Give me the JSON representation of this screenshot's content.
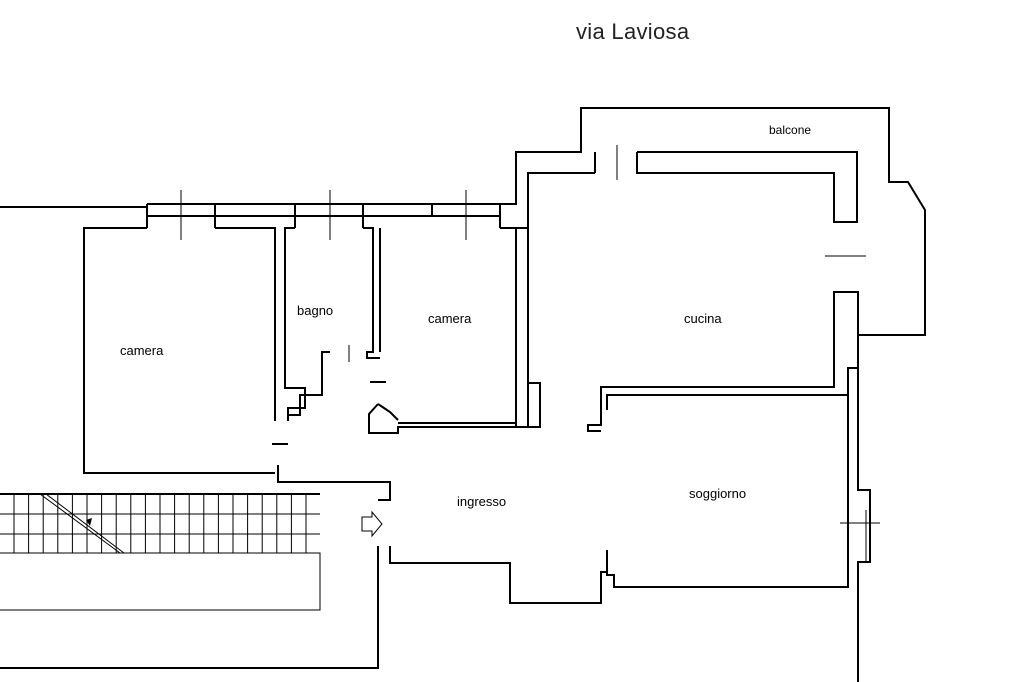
{
  "street": "via Laviosa",
  "rooms": {
    "camera_left": "camera",
    "bagno": "bagno",
    "camera_center": "camera",
    "cucina": "cucina",
    "balcone": "balcone",
    "ingresso": "ingresso",
    "soggiorno": "soggiorno"
  }
}
